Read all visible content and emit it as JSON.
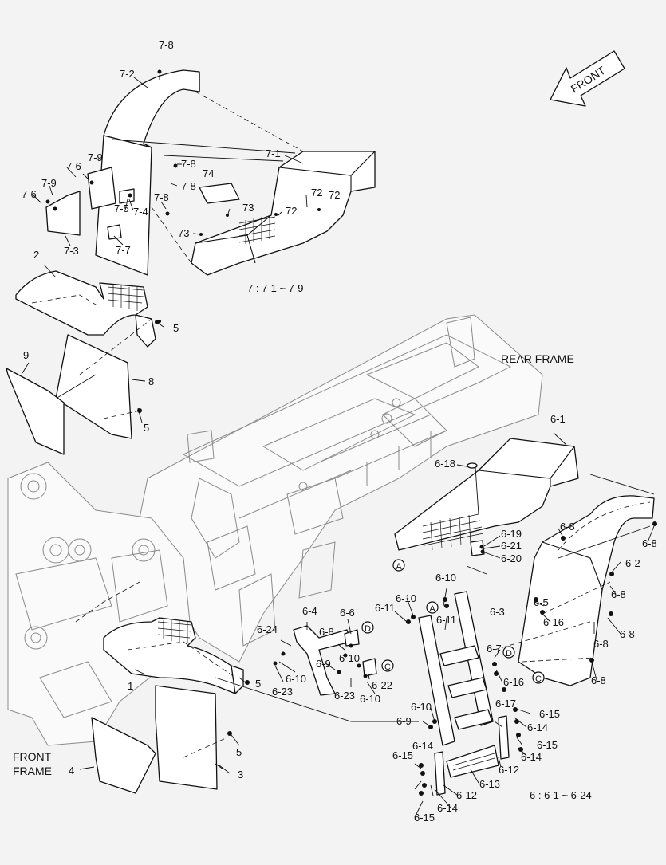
{
  "labels": {
    "l_7_8a": "7-8",
    "l_7_2": "7-2",
    "l_7_1": "7-1",
    "l_7_9a": "7-9",
    "l_7_6a": "7-6",
    "l_7_8b": "7-8",
    "l_7_8c": "7-8",
    "l_74": "74",
    "l_7_9b": "7-9",
    "l_7_6b": "7-6",
    "l_7_5": "7-5",
    "l_7_4": "7-4",
    "l_7_8d": "7-8",
    "l_72a": "72",
    "l_72b": "72",
    "l_72c": "72",
    "l_73a": "73",
    "l_73b": "73",
    "l_7_3": "7-3",
    "l_7_7": "7-7",
    "l_2": "2",
    "l_5a": "5",
    "l_9": "9",
    "l_8": "8",
    "l_5b": "5",
    "l_6_1": "6-1",
    "l_6_18": "6-18",
    "l_6_19": "6-19",
    "l_6_21": "6-21",
    "l_6_20": "6-20",
    "l_6_8a": "6-8",
    "l_6_8b": "6-8",
    "l_6_2": "6-2",
    "l_6_8c": "6-8",
    "l_6_8d": "6-8",
    "l_6_8e": "6-8",
    "l_6_8f": "6-8",
    "l_6_5": "6-5",
    "l_6_16a": "6-16",
    "l_6_7": "6-7",
    "l_6_16b": "6-16",
    "l_6_10a": "6-10",
    "l_6_10b": "6-10",
    "l_6_11a": "6-11",
    "l_6_11b": "6-11",
    "l_6_3": "6-3",
    "l_6_4": "6-4",
    "l_6_6": "6-6",
    "l_6_24": "6-24",
    "l_6_8g": "6-8",
    "l_6_9a": "6-9",
    "l_6_10c": "6-10",
    "l_6_10d": "6-10",
    "l_6_23a": "6-23",
    "l_6_22": "6-22",
    "l_6_23b": "6-23",
    "l_6_10e": "6-10",
    "l_6_17": "6-17",
    "l_6_15a": "6-15",
    "l_6_14a": "6-14",
    "l_6_15b": "6-15",
    "l_6_14b": "6-14",
    "l_6_12a": "6-12",
    "l_6_10f": "6-10",
    "l_6_9b": "6-9",
    "l_6_14c": "6-14",
    "l_6_15c": "6-15",
    "l_6_13": "6-13",
    "l_6_12b": "6-12",
    "l_6_14d": "6-14",
    "l_6_15d": "6-15",
    "l_1": "1",
    "l_5c": "5",
    "l_5d": "5",
    "l_4": "4",
    "l_3": "3"
  },
  "callouts": {
    "A": "A",
    "D": "D",
    "C": "C"
  },
  "notes": {
    "group7": "7 : 7-1 ~ 7-9",
    "group6": "6 : 6-1 ~ 6-24",
    "rear_frame": "REAR FRAME",
    "front_frame_1": "FRONT",
    "front_frame_2": "FRAME",
    "front_arrow": "FRONT"
  },
  "colors": {
    "line": "#111111",
    "frame_line": "#8a8a8a",
    "background": "#f3f3f3"
  }
}
